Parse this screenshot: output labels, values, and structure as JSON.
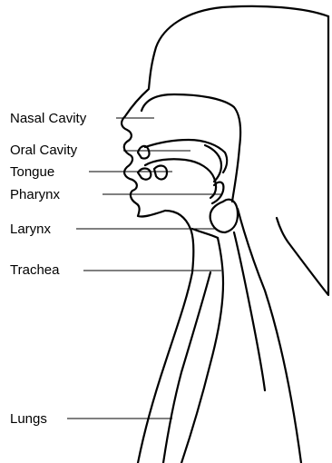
{
  "labels": {
    "nasal_cavity": "Nasal Cavity",
    "oral_cavity": "Oral Cavity",
    "tongue": "Tongue",
    "pharynx": "Pharynx",
    "larynx": "Larynx",
    "trachea": "Trachea",
    "lungs": "Lungs"
  },
  "colors": {
    "line": "#000000",
    "background": "#ffffff"
  }
}
